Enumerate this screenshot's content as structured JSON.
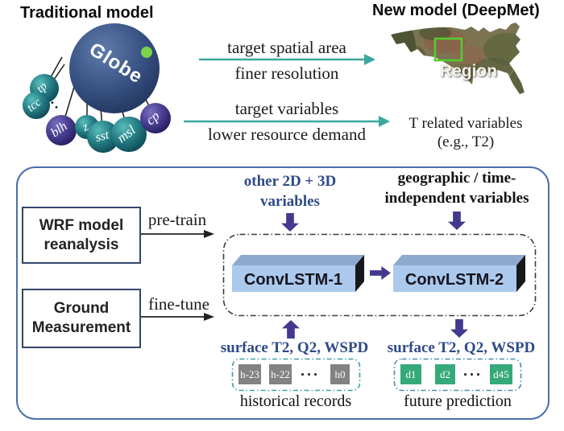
{
  "colors": {
    "teal_arrow": "#3aa89d",
    "indigo_arrow": "#433a8f",
    "navy_text": "#2e4a86",
    "panel_border": "#4a6fa8",
    "io_box_border": "#33456b",
    "conv_front": "#abc9ec",
    "conv_top": "#8ea9ce",
    "hist_cell_gray": "#828282",
    "future_cell_green": "#35a97a",
    "hist_box_border": "#3f9fa8",
    "future_box_border": "#4a8cb5",
    "region_green": "#55cc2e"
  },
  "traditional": {
    "title": "Traditional model",
    "globe_label": "Globe",
    "satellites": [
      "tp",
      "tcc",
      "blh",
      "z",
      "sst",
      "msl",
      "cp"
    ],
    "ellipsis": "···"
  },
  "transition": {
    "arrow1_above": "target spatial area",
    "arrow1_below": "finer resolution",
    "arrow2_above": "target variables",
    "arrow2_below": "lower resource demand"
  },
  "new_model": {
    "title": "New model (DeepMet)",
    "region_label": "Region",
    "caption_line1": "T related variables",
    "caption_line2": "(e.g., T2)"
  },
  "pipeline": {
    "wrf_line1": "WRF model",
    "wrf_line2": "reanalysis",
    "ground_line1": "Ground",
    "ground_line2": "Measurement",
    "pretrain_label": "pre-train",
    "finetune_label": "fine-tune",
    "conv1_label": "ConvLSTM-1",
    "conv2_label": "ConvLSTM-2",
    "other_vars_line1": "other 2D + 3D",
    "other_vars_line2": "variables",
    "geo_vars_line1": "geographic / time-",
    "geo_vars_line2": "independent variables",
    "surface_left": "surface T2, Q2, WSPD",
    "surface_right": "surface T2, Q2, WSPD",
    "hist": {
      "cells": [
        "h-23",
        "h-22",
        "h0"
      ],
      "dots": "···",
      "caption": "historical records"
    },
    "future": {
      "cells": [
        "d1",
        "d2",
        "d45"
      ],
      "dots": "···",
      "caption": "future prediction"
    }
  }
}
